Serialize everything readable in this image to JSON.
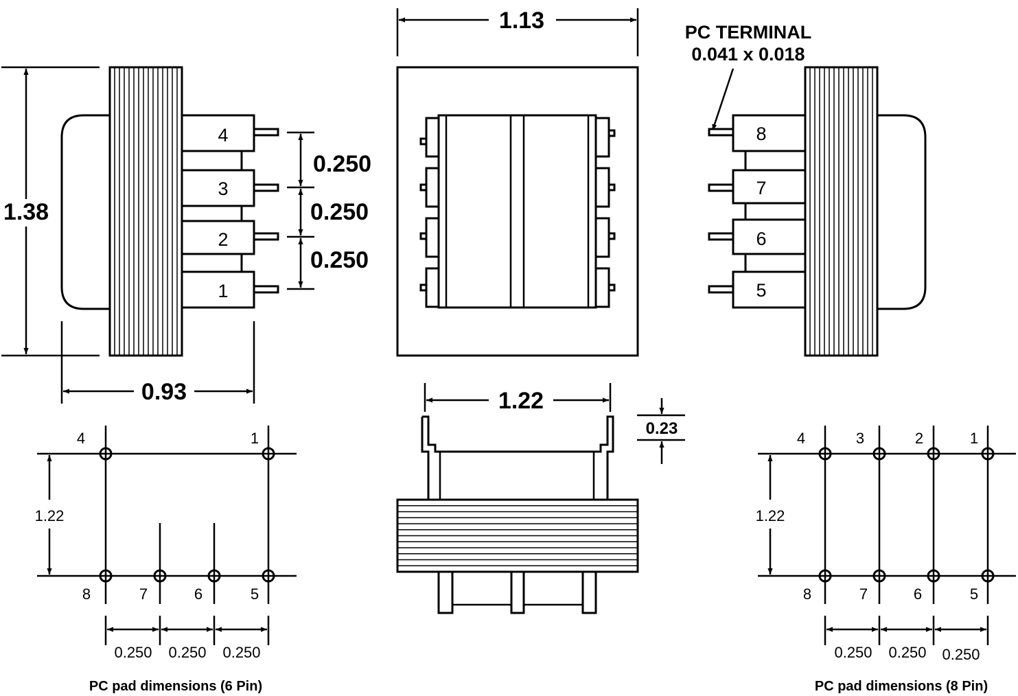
{
  "side_view_left": {
    "pins": [
      "4",
      "3",
      "2",
      "1"
    ],
    "height": "1.38",
    "width": "0.93",
    "pitch_labels": [
      "0.250",
      "0.250",
      "0.250"
    ]
  },
  "front_view": {
    "width": "1.13"
  },
  "side_view_right": {
    "terminal_title": "PC TERMINAL",
    "terminal_size": "0.041 x 0.018",
    "pins": [
      "8",
      "7",
      "6",
      "5"
    ]
  },
  "bottom_view": {
    "width": "1.22",
    "offset": "0.23"
  },
  "pad_6pin": {
    "top_pins": [
      "4",
      "1"
    ],
    "bottom_pins": [
      "8",
      "7",
      "6",
      "5"
    ],
    "row_spacing": "1.22",
    "pitch_labels": [
      "0.250",
      "0.250",
      "0.250"
    ],
    "caption": "PC pad dimensions (6 Pin)"
  },
  "pad_8pin": {
    "top_pins": [
      "4",
      "3",
      "2",
      "1"
    ],
    "bottom_pins": [
      "8",
      "7",
      "6",
      "5"
    ],
    "row_spacing": "1.22",
    "pitch_labels": [
      "0.250",
      "0.250",
      "0.250"
    ],
    "caption": "PC pad dimensions (8 Pin)"
  }
}
